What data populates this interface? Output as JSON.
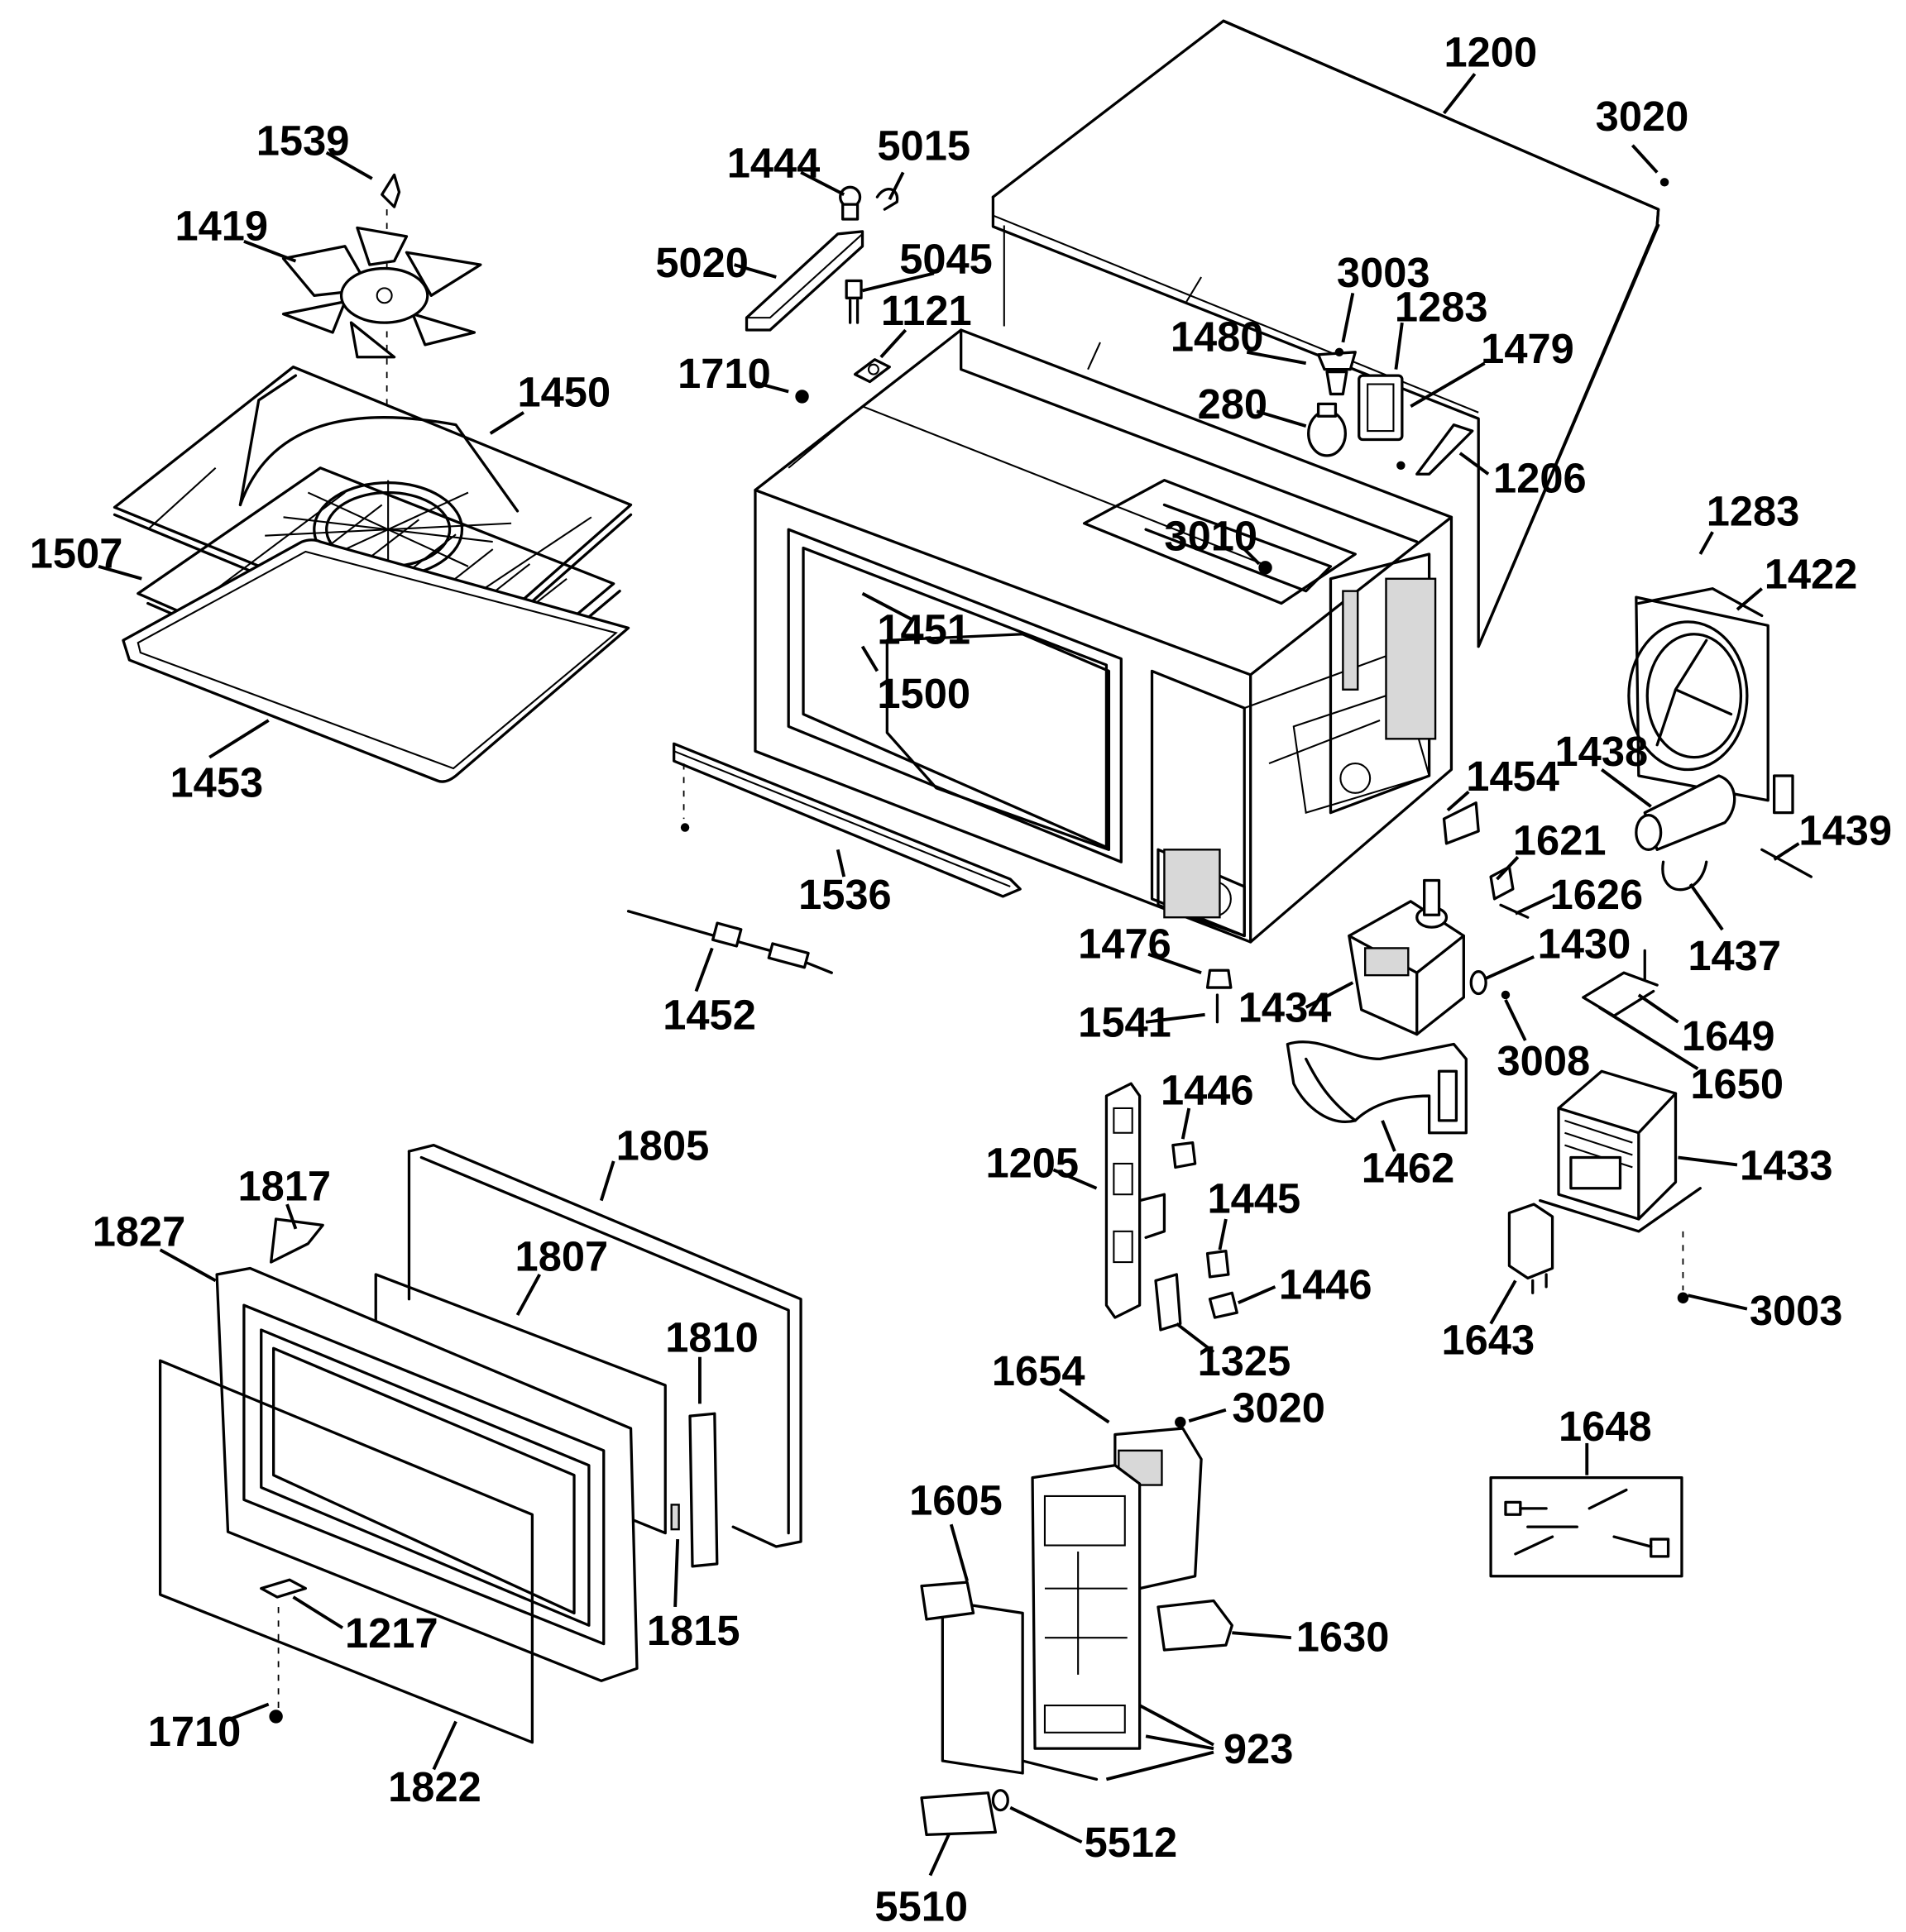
{
  "parts": [
    {
      "id": "p1200",
      "label": "1200"
    },
    {
      "id": "p3020a",
      "label": "3020"
    },
    {
      "id": "p1539",
      "label": "1539"
    },
    {
      "id": "p1444",
      "label": "1444"
    },
    {
      "id": "p5015",
      "label": "5015"
    },
    {
      "id": "p1419",
      "label": "1419"
    },
    {
      "id": "p5020",
      "label": "5020"
    },
    {
      "id": "p5045",
      "label": "5045"
    },
    {
      "id": "p3003a",
      "label": "3003"
    },
    {
      "id": "p1121",
      "label": "1121"
    },
    {
      "id": "p1283a",
      "label": "1283"
    },
    {
      "id": "p1480",
      "label": "1480"
    },
    {
      "id": "p1479",
      "label": "1479"
    },
    {
      "id": "p1710a",
      "label": "1710"
    },
    {
      "id": "p1450",
      "label": "1450"
    },
    {
      "id": "p280",
      "label": "280"
    },
    {
      "id": "p1206",
      "label": "1206"
    },
    {
      "id": "p1283b",
      "label": "1283"
    },
    {
      "id": "p3010",
      "label": "3010"
    },
    {
      "id": "p1507",
      "label": "1507"
    },
    {
      "id": "p1422",
      "label": "1422"
    },
    {
      "id": "p1451",
      "label": "1451"
    },
    {
      "id": "p1500",
      "label": "1500"
    },
    {
      "id": "p1438",
      "label": "1438"
    },
    {
      "id": "p1453",
      "label": "1453"
    },
    {
      "id": "p1454",
      "label": "1454"
    },
    {
      "id": "p1439",
      "label": "1439"
    },
    {
      "id": "p1621",
      "label": "1621"
    },
    {
      "id": "p1536",
      "label": "1536"
    },
    {
      "id": "p1626",
      "label": "1626"
    },
    {
      "id": "p1437",
      "label": "1437"
    },
    {
      "id": "p1476",
      "label": "1476"
    },
    {
      "id": "p1430",
      "label": "1430"
    },
    {
      "id": "p1452",
      "label": "1452"
    },
    {
      "id": "p1434",
      "label": "1434"
    },
    {
      "id": "p1541",
      "label": "1541"
    },
    {
      "id": "p1649",
      "label": "1649"
    },
    {
      "id": "p3008",
      "label": "3008"
    },
    {
      "id": "p1650",
      "label": "1650"
    },
    {
      "id": "p1446a",
      "label": "1446"
    },
    {
      "id": "p1805",
      "label": "1805"
    },
    {
      "id": "p1205",
      "label": "1205"
    },
    {
      "id": "p1462",
      "label": "1462"
    },
    {
      "id": "p1433",
      "label": "1433"
    },
    {
      "id": "p1817",
      "label": "1817"
    },
    {
      "id": "p1445",
      "label": "1445"
    },
    {
      "id": "p1827",
      "label": "1827"
    },
    {
      "id": "p1807",
      "label": "1807"
    },
    {
      "id": "p1446b",
      "label": "1446"
    },
    {
      "id": "p3003b",
      "label": "3003"
    },
    {
      "id": "p1643",
      "label": "1643"
    },
    {
      "id": "p1325",
      "label": "1325"
    },
    {
      "id": "p1810",
      "label": "1810"
    },
    {
      "id": "p1654",
      "label": "1654"
    },
    {
      "id": "p3020b",
      "label": "3020"
    },
    {
      "id": "p1648",
      "label": "1648"
    },
    {
      "id": "p1605",
      "label": "1605"
    },
    {
      "id": "p1815",
      "label": "1815"
    },
    {
      "id": "p1217",
      "label": "1217"
    },
    {
      "id": "p1630",
      "label": "1630"
    },
    {
      "id": "p1710b",
      "label": "1710"
    },
    {
      "id": "p923",
      "label": "923"
    },
    {
      "id": "p1822",
      "label": "1822"
    },
    {
      "id": "p5512",
      "label": "5512"
    },
    {
      "id": "p5510",
      "label": "5510"
    }
  ]
}
